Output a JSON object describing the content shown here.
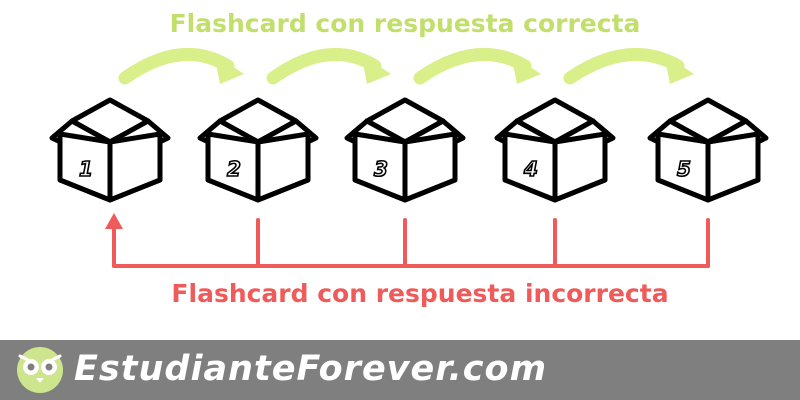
{
  "title_correct": "Flashcard con respuesta correcta",
  "title_incorrect": "Flashcard con respuesta incorrecta",
  "boxes": [
    {
      "number": "1"
    },
    {
      "number": "2"
    },
    {
      "number": "3"
    },
    {
      "number": "4"
    },
    {
      "number": "5"
    }
  ],
  "footer": {
    "brand": "EstudianteForever.com"
  },
  "colors": {
    "correct": "#d8ef8a",
    "correct_text": "#c2df6c",
    "incorrect": "#ef5a5a",
    "box_stroke": "#000000",
    "footer_bg": "#7f7f7f",
    "footer_text": "#ffffff",
    "logo": "#cde68e"
  }
}
